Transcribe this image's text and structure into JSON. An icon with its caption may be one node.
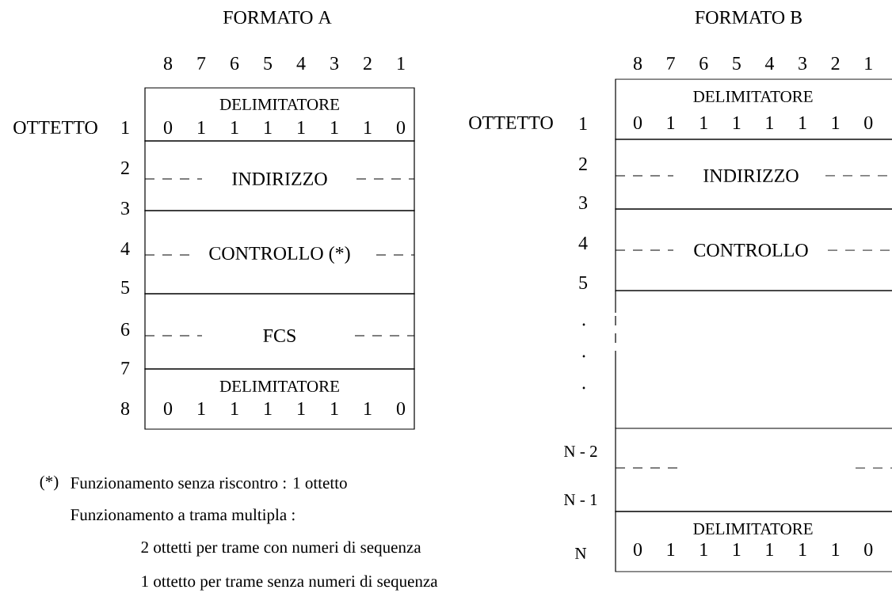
{
  "diagram": {
    "nodes": [
      {
        "text": [
          "DELIMITATORE",
          "0",
          "1",
          "1",
          "1",
          "1",
          "1",
          "1",
          "0"
        ]
      },
      {
        "text": [
          "INDIRIZZO"
        ]
      },
      {
        "text": [
          "CONTROLLO (*)"
        ]
      },
      {
        "text": [
          "FCS"
        ]
      },
      {
        "text": [
          "DELIMITATORE",
          "0",
          "1",
          "1",
          "1",
          "1",
          "1",
          "1",
          "0"
        ]
      },
      {
        "text": [
          "DELIMITATORE",
          "0",
          "1",
          "1",
          "1",
          "1",
          "1",
          "1",
          "0"
        ]
      },
      {
        "text": [
          "INDIRIZZO"
        ]
      },
      {
        "text": [
          "CONTROLLO"
        ]
      },
      {
        "text": [],
        "shape": "box"
      },
      {
        "text": [],
        "shape": "box"
      },
      {
        "text": [
          "DELIMITATORE",
          "0",
          "1",
          "1",
          "1",
          "1",
          "1",
          "1",
          "0"
        ]
      }
    ],
    "labels": [
      "FORMATO A",
      "FORMATO B",
      "8",
      "7",
      "6",
      "5",
      "4",
      "3",
      "2",
      "1",
      "8",
      "7",
      "6",
      "5",
      "4",
      "3",
      "2",
      "1",
      "OTTETTO",
      "1",
      "2",
      "3",
      "4",
      "5",
      "6",
      "7",
      "8",
      "OTTETTO",
      "1",
      "2",
      "3",
      "4",
      "5",
      ".",
      ".",
      ".",
      "N - 2",
      "N - 1",
      "N",
      "(*)",
      "Funzionamento senza riscontro : 1 ottetto",
      "Funzionamento a trama multipla :",
      "2 ottetti per trame con numeri di sequenza",
      "1 ottetto per trame senza numeri di sequenza"
    ]
  }
}
